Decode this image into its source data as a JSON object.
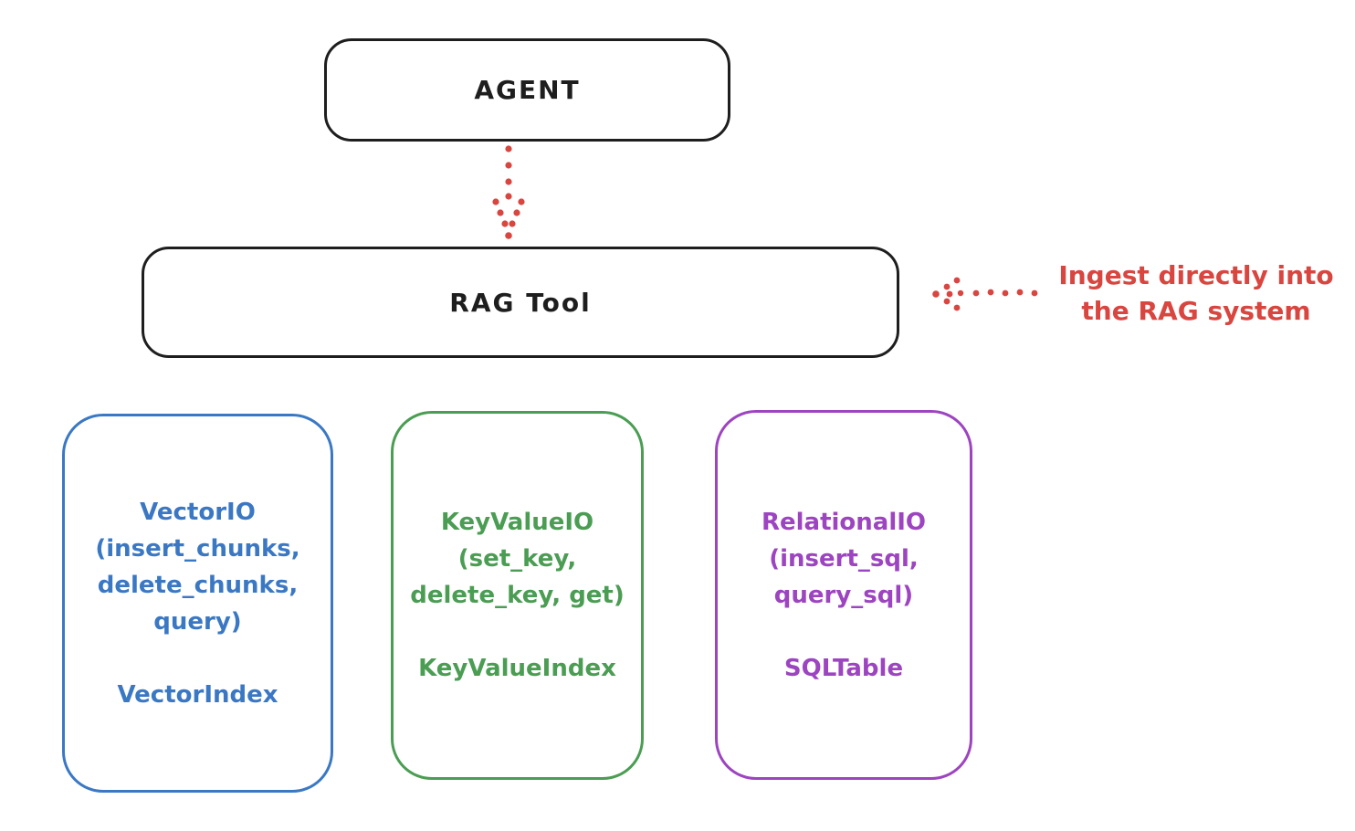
{
  "diagram": {
    "agent": {
      "label": "AGENT"
    },
    "rag_tool": {
      "label": "RAG Tool"
    },
    "annotation": {
      "line1": "Ingest directly into",
      "line2": "the RAG system"
    },
    "colors": {
      "ink": "#1e1e1e",
      "red": "#d9453f",
      "blue": "#3b78c4",
      "green": "#4a9d52",
      "purple": "#9d44c0"
    },
    "icons": {
      "down_arrow": "dotted-arrow-down-icon",
      "left_arrow": "dotted-arrow-left-icon"
    },
    "backends": [
      {
        "id": "vector-io",
        "color": "#3b78c4",
        "io_lines": [
          "VectorIO",
          "(insert_chunks,",
          "delete_chunks,",
          "query)"
        ],
        "index_label": "VectorIndex"
      },
      {
        "id": "keyvalue-io",
        "color": "#4a9d52",
        "io_lines": [
          "KeyValueIO",
          "(set_key,",
          "delete_key, get)"
        ],
        "index_label": "KeyValueIndex"
      },
      {
        "id": "relational-io",
        "color": "#9d44c0",
        "io_lines": [
          "RelationalIO",
          "(insert_sql,",
          "query_sql)"
        ],
        "index_label": "SQLTable"
      }
    ]
  }
}
